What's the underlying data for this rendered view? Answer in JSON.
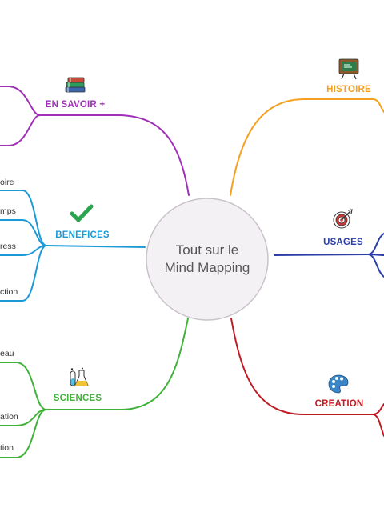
{
  "center": {
    "title_line1": "Tout sur le",
    "title_line2": "Mind Mapping",
    "fill_color": "#f4f1f4",
    "stroke_color": "#c9c3c9"
  },
  "branches": {
    "en_savoir": {
      "label": "EN SAVOIR +",
      "color": "#a030b8",
      "icon": "books-icon"
    },
    "benefices": {
      "label": "BENEFICES",
      "color": "#1b9ad8",
      "icon": "checkmark-icon",
      "leaves": [
        "oire",
        "mps",
        "ress",
        "ction"
      ]
    },
    "sciences": {
      "label": "SCIENCES",
      "color": "#3fb23a",
      "icon": "lab-flasks-icon",
      "leaves": [
        "eau",
        "ation",
        "tion"
      ]
    },
    "histoire": {
      "label": "HISTOIRE",
      "color": "#f5a020",
      "icon": "chalkboard-icon"
    },
    "usages": {
      "label": "USAGES",
      "color": "#2c3fa8",
      "icon": "target-dart-icon"
    },
    "creation": {
      "label": "CREATION",
      "color": "#c01a22",
      "icon": "paint-palette-icon"
    }
  }
}
